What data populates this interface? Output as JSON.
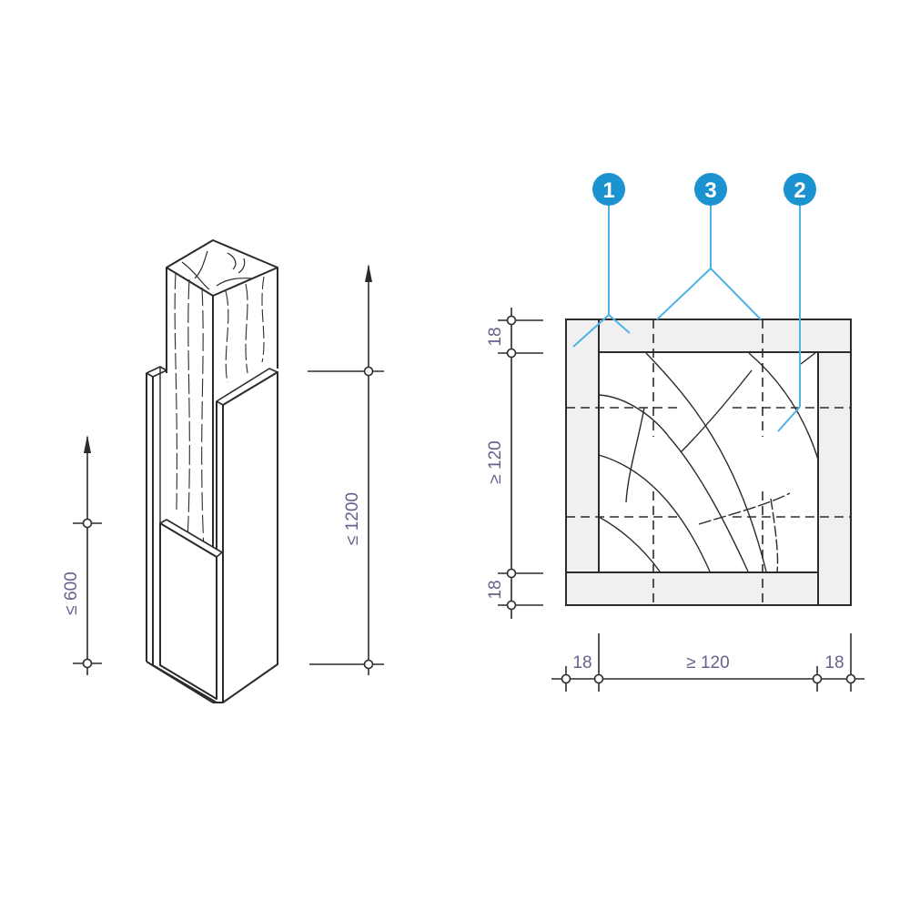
{
  "figure": {
    "description": "Timber post encased with board cladding: isometric view and cross-section plan",
    "colors": {
      "line": "#2b2b2b",
      "board_fill": "#f0f0f0",
      "callout": "#1b93d1",
      "callout_line": "#4db3e6",
      "dimension_text": "#6a5f8c"
    }
  },
  "isometric": {
    "dimensions": {
      "cladding_height": "≤ 600",
      "post_height": "≤ 1200"
    }
  },
  "section": {
    "callouts": [
      {
        "id": "1",
        "label": "1"
      },
      {
        "id": "3",
        "label": "3"
      },
      {
        "id": "2",
        "label": "2"
      }
    ],
    "dimensions": {
      "vertical_top_board": "18",
      "vertical_core": "≥ 120",
      "vertical_bottom_board": "18",
      "horizontal_left_board": "18",
      "horizontal_core": "≥ 120",
      "horizontal_right_board": "18"
    }
  }
}
